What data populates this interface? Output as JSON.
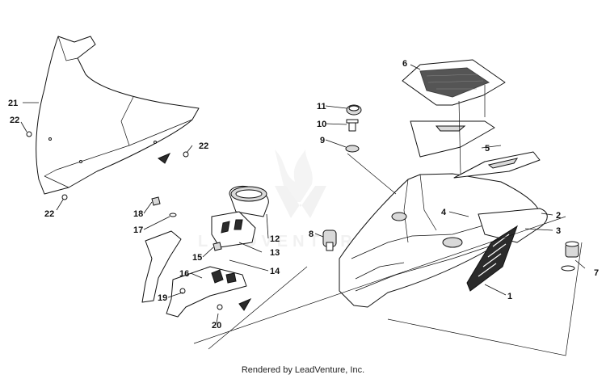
{
  "watermark": {
    "text": "LEADVENTURE"
  },
  "footer": {
    "text": "Rendered by LeadVenture, Inc."
  },
  "callouts": [
    "1",
    "2",
    "3",
    "4",
    "5",
    "6",
    "7",
    "8",
    "9",
    "10",
    "11",
    "12",
    "13",
    "14",
    "15",
    "16",
    "17",
    "18",
    "19",
    "20",
    "21",
    "22",
    "22",
    "22"
  ]
}
